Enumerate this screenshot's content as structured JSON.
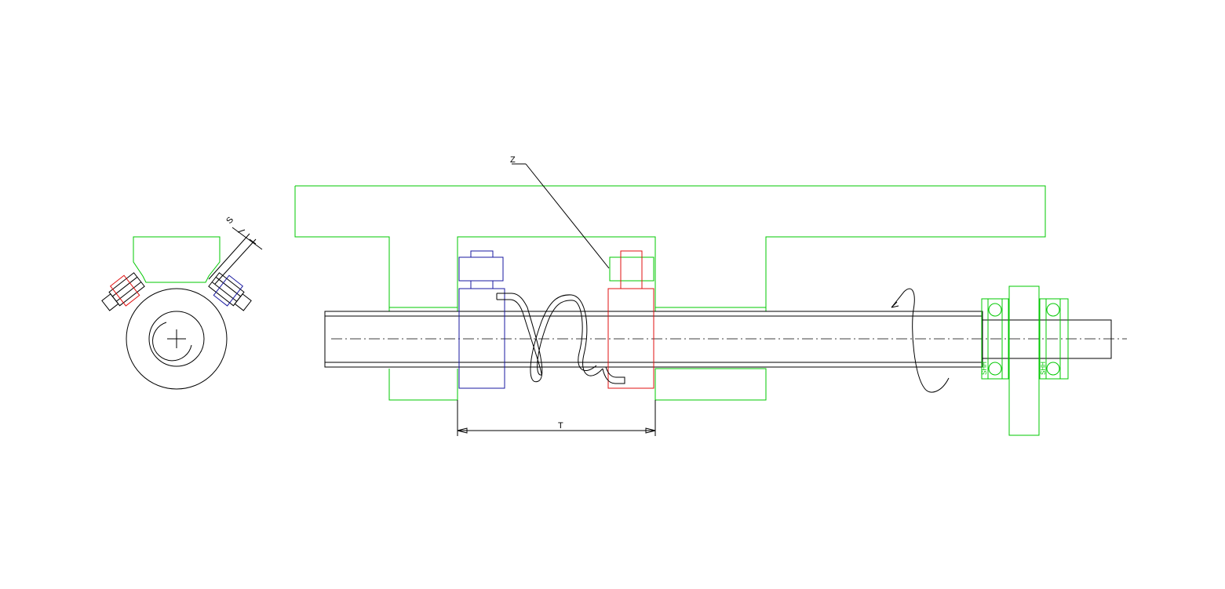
{
  "labels": {
    "z": "Z",
    "t": "T",
    "s": "S"
  },
  "bearing_marks": {
    "left": "SHH",
    "right": "SHH"
  },
  "colors": {
    "frame": "#00c800",
    "shaft": "#000000",
    "left_clamp": "#1a1aa0",
    "right_clamp": "#e01010"
  }
}
